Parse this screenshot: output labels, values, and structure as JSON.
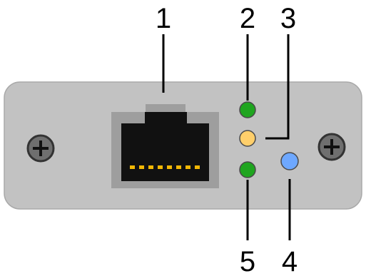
{
  "diagram": {
    "callouts": {
      "c1": "1",
      "c2": "2",
      "c3": "3",
      "c4": "4",
      "c5": "5"
    },
    "colors": {
      "panel": "#c2c2c2",
      "panel_edge": "#a9a9a9",
      "port_frame": "#9e9e9e",
      "port_body": "#111111",
      "port_pins": "#f2b705",
      "screw": "#6f6f6f",
      "led_green": "#1fa51f",
      "led_amber": "#ffcf6b",
      "led_blue": "#6ea8ff",
      "leader": "#000000"
    },
    "icons": {
      "port": "rj45-port-icon",
      "screw": "mounting-screw-icon"
    }
  }
}
